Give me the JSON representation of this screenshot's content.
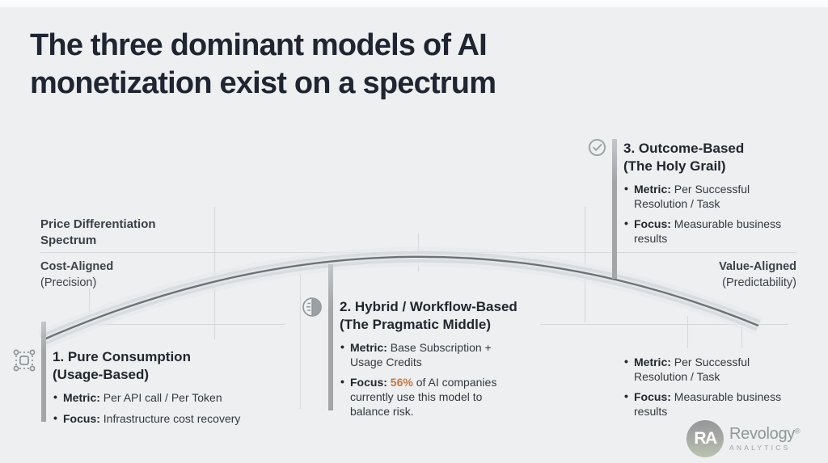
{
  "header": {
    "title_line1": "The three dominant models of AI",
    "title_line2": "monetization exist on a spectrum"
  },
  "spectrum": {
    "label_line1": "Price Differentiation",
    "label_line2": "Spectrum",
    "left_anchor_line1": "Cost-Aligned",
    "left_anchor_line2": "(Precision)",
    "right_anchor_line1": "Value-Aligned",
    "right_anchor_line2": "(Predictability)"
  },
  "sections": [
    {
      "id": "pure-consumption",
      "icon": "objects-icon",
      "title_line1": "1. Pure Consumption",
      "title_line2": "(Usage-Based)",
      "bullets": [
        {
          "label": "Metric: ",
          "text": "Per API call / Per Token"
        },
        {
          "label": "Focus: ",
          "text": "Infrastructure cost recovery"
        }
      ]
    },
    {
      "id": "hybrid-workflow",
      "icon": "brain-icon",
      "title_line1": "2. Hybrid / Workflow-Based",
      "title_line2": "(The Pragmatic Middle)",
      "bullets": [
        {
          "label": "Metric: ",
          "text": "Base Subscription + Usage Credits"
        },
        {
          "label": "Focus: ",
          "highlight": "56%",
          "text": " of AI companies currently use this model to balance risk."
        }
      ]
    },
    {
      "id": "outcome-based",
      "icon": "check-circle-icon",
      "title_line1": "3. Outcome-Based",
      "title_line2": "(The Holy Grail)",
      "bullets": [
        {
          "label": "Metric: ",
          "text": "Per Successful Resolution / Task"
        },
        {
          "label": "Focus: ",
          "text": "Measurable business results"
        }
      ]
    }
  ],
  "outcome_bottom": {
    "bullets": [
      {
        "label": "Metric: ",
        "text": "Per Successful Resolution / Task"
      },
      {
        "label": "Focus: ",
        "text": "Measurable business results"
      }
    ]
  },
  "logo": {
    "monogram": "RA",
    "brand": "Revology",
    "registered": "®",
    "sub": "ANALYTICS"
  },
  "colors": {
    "background": "#edeff1",
    "title": "#1f2531",
    "body_text": "#33393f",
    "accent_orange": "#c8763c",
    "bar_gray": "#a2a6a9",
    "arc_line": "#6d7276",
    "grid_line": "#d6d9db",
    "logo_sage": "#bac3b1"
  }
}
